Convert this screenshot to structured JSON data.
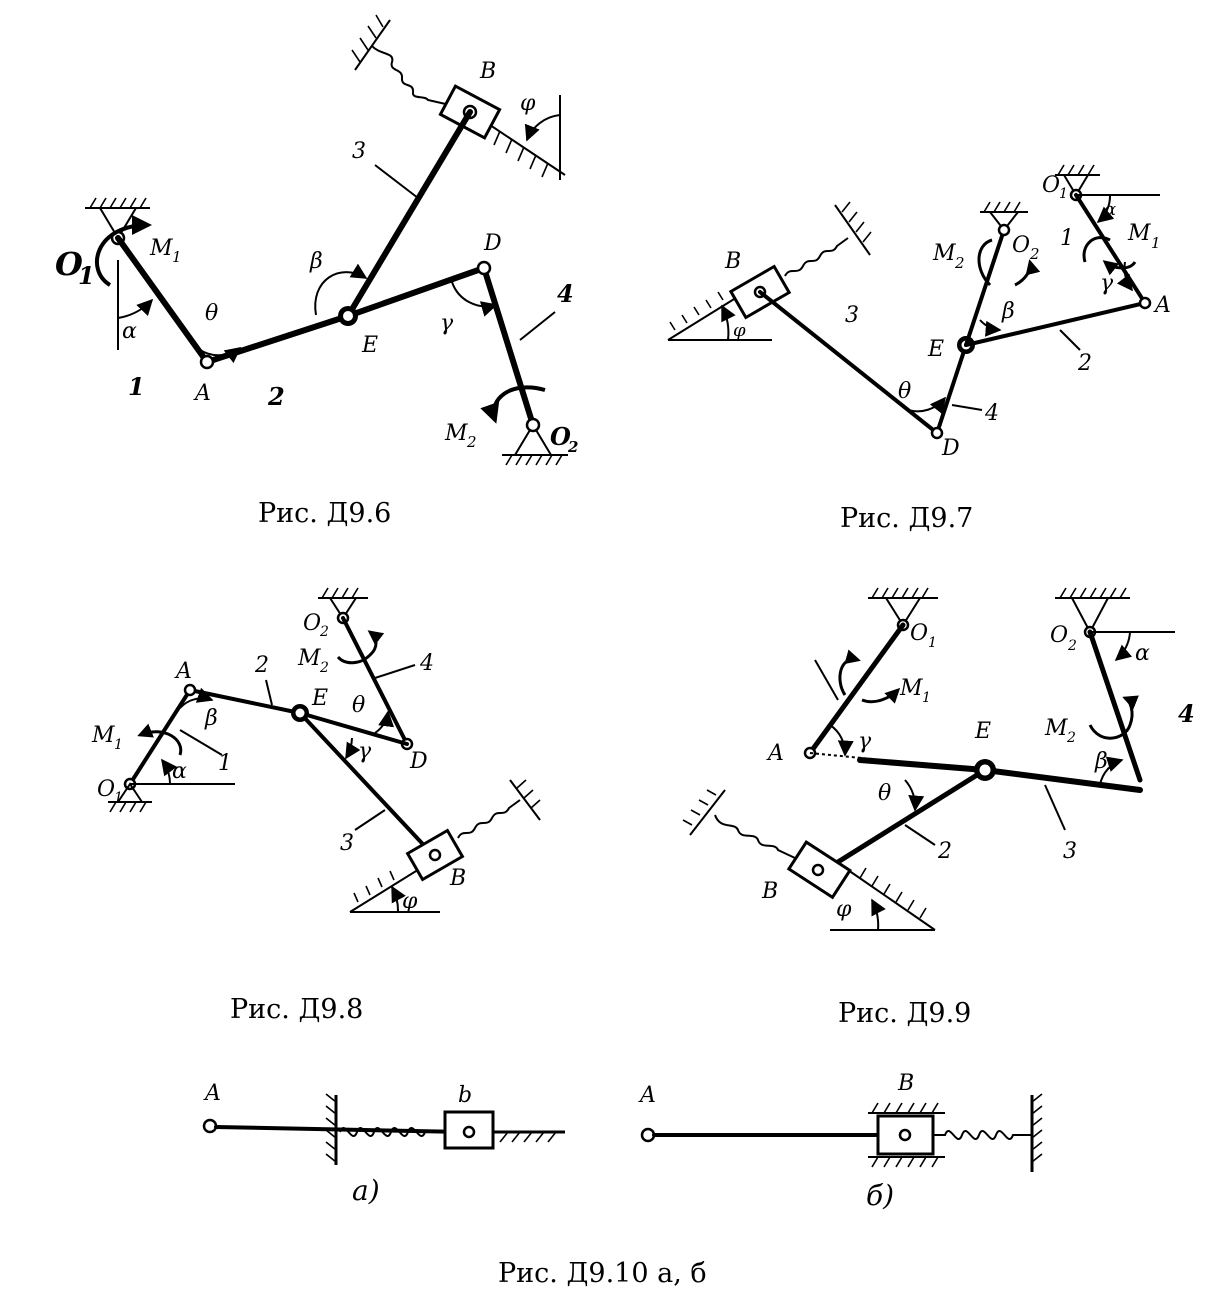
{
  "figures": {
    "d96": {
      "caption": "Рис.  Д9.6",
      "labels": {
        "O1": "O",
        "O1_sub": "1",
        "M1": "M",
        "M1_sub": "1",
        "alpha": "α",
        "theta": "θ",
        "A": "A",
        "link1": "1",
        "link2": "2",
        "beta": "β",
        "E": "E",
        "link3": "3",
        "B": "B",
        "phi": "φ",
        "D": "D",
        "gamma": "γ",
        "link4": "4",
        "M2": "M",
        "M2_sub": "2",
        "O2": "O",
        "O2_sub": "2"
      }
    },
    "d97": {
      "caption": "Рис.  Д9.7",
      "labels": {
        "B": "B",
        "phi": "φ",
        "link3": "3",
        "M2": "M",
        "M2_sub": "2",
        "O2": "O",
        "O2_sub": "2",
        "O1": "O",
        "O1_sub": "1",
        "alpha": "α",
        "link1": "1",
        "M1": "M",
        "M1_sub": "1",
        "gamma": "γ",
        "A": "A",
        "beta": "β",
        "E": "E",
        "link2": "2",
        "theta": "θ",
        "link4": "4",
        "D": "D"
      }
    },
    "d98": {
      "caption": "Рис.  Д9.8",
      "labels": {
        "O2": "O",
        "O2_sub": "2",
        "M2": "M",
        "M2_sub": "2",
        "link4": "4",
        "A": "A",
        "link2": "2",
        "E": "E",
        "theta": "θ",
        "beta": "β",
        "gamma": "γ",
        "D": "D",
        "M1": "M",
        "M1_sub": "1",
        "link1": "1",
        "alpha": "α",
        "O1": "O",
        "O1_sub": "1",
        "link3": "3",
        "B": "B",
        "phi": "φ"
      }
    },
    "d99": {
      "caption": "Рис.  Д9.9",
      "labels": {
        "O1": "O",
        "O1_sub": "1",
        "M1": "M",
        "M1_sub": "1",
        "O2": "O",
        "O2_sub": "2",
        "alpha": "α",
        "M2": "M",
        "M2_sub": "2",
        "link4": "4",
        "A": "A",
        "gamma": "γ",
        "E": "E",
        "beta": "β",
        "theta": "θ",
        "link2": "2",
        "link3": "3",
        "B": "B",
        "phi": "φ"
      }
    },
    "d910": {
      "caption": "Рис. Д9.10 а, б",
      "labels": {
        "A_a": "A",
        "B_a": "b",
        "sub_a": "а)",
        "A_b": "A",
        "B_b": "B",
        "sub_b": "б)"
      }
    }
  }
}
